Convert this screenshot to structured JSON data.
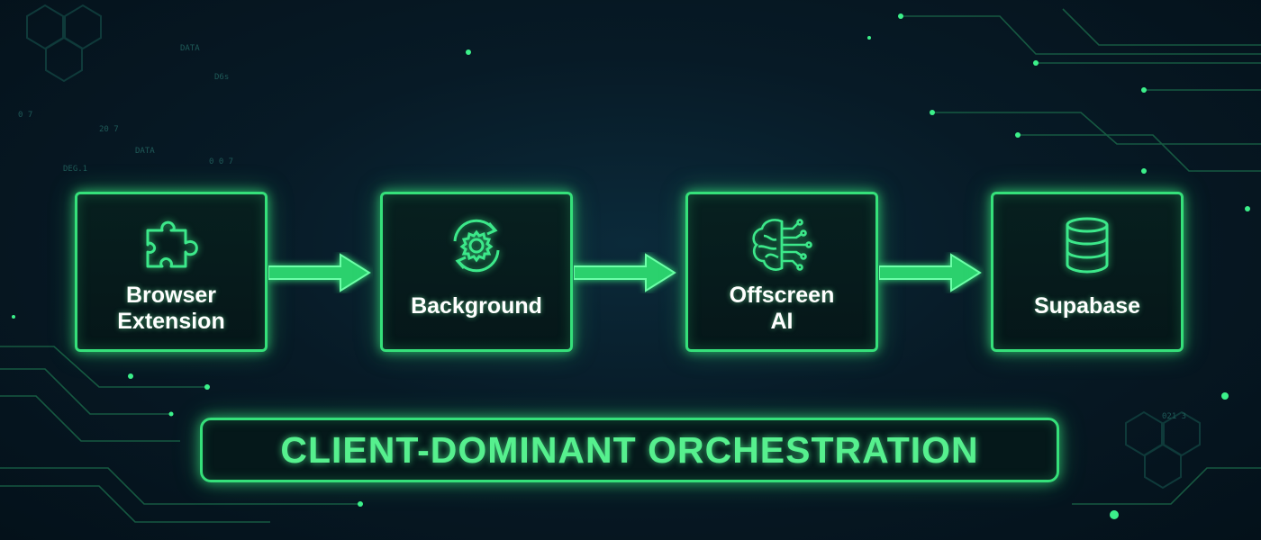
{
  "nodes": [
    {
      "label": "Browser\nExtension",
      "icon": "puzzle-piece-icon"
    },
    {
      "label": "Background",
      "icon": "gear-refresh-icon"
    },
    {
      "label": "Offscreen\nAI",
      "icon": "brain-circuit-icon"
    },
    {
      "label": "Supabase",
      "icon": "database-icon"
    }
  ],
  "banner": {
    "title": "CLIENT-DOMINANT ORCHESTRATION"
  },
  "background": {
    "labels": [
      "DATA",
      "D6s",
      "DATA",
      "DEG.1",
      "0 7",
      "20 7",
      "0 0 7"
    ]
  },
  "colors": {
    "accent": "#35e07a",
    "text": "#ffffff",
    "banner_text": "#56f08e",
    "bg": "#071a26"
  }
}
